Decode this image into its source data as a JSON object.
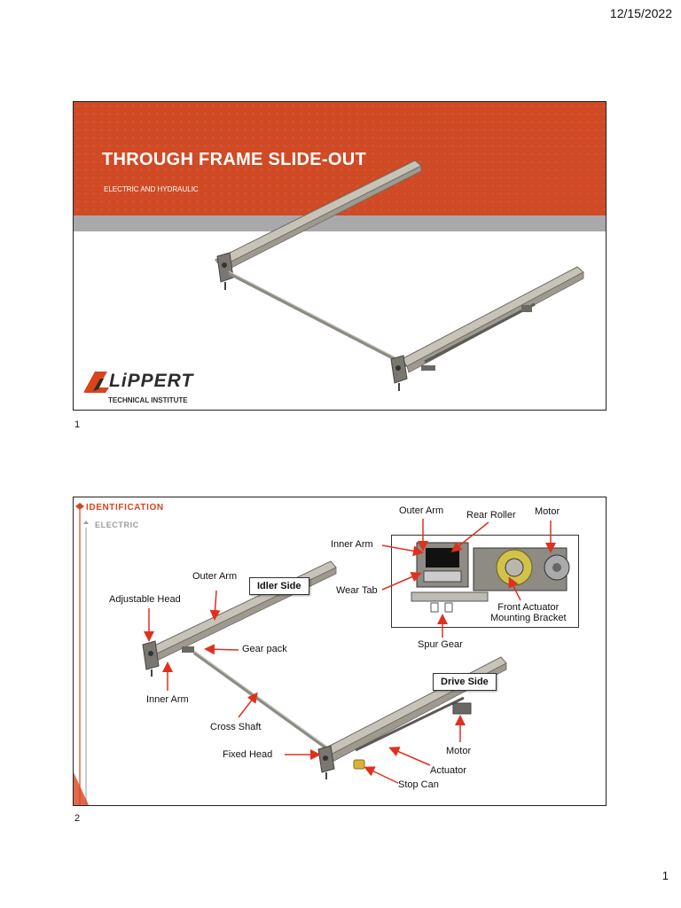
{
  "header": {
    "date": "12/15/2022"
  },
  "slide1": {
    "title": "THROUGH FRAME SLIDE-OUT",
    "subtitle": "ELECTRIC AND HYDRAULIC",
    "logo_text": "LiPPERT",
    "logo_subtext": "TECHNICAL INSTITUTE",
    "number": "1"
  },
  "slide2": {
    "heading": "IDENTIFICATION",
    "subheading": "ELECTRIC",
    "number": "2",
    "labels": {
      "outer_arm_main": "Outer Arm",
      "idler_side": "Idler Side",
      "adjustable_head": "Adjustable Head",
      "gear_pack": "Gear pack",
      "inner_arm_main": "Inner Arm",
      "cross_shaft": "Cross Shaft",
      "fixed_head": "Fixed Head",
      "drive_side": "Drive Side",
      "motor_main": "Motor",
      "actuator": "Actuator",
      "stop_can": "Stop Can",
      "outer_arm_inset": "Outer Arm",
      "rear_roller": "Rear Roller",
      "motor_inset": "Motor",
      "inner_arm_inset": "Inner Arm",
      "wear_tab": "Wear Tab",
      "front_actuator_1": "Front Actuator",
      "front_actuator_2": "Mounting Bracket",
      "spur_gear": "Spur Gear"
    }
  },
  "footer": {
    "page_number": "1"
  },
  "colors": {
    "accent": "#cf4a25",
    "arrow": "#e0301e",
    "band": "#a9a9ab"
  },
  "icons": [
    "lippert-logo-icon",
    "arrow-icon"
  ]
}
